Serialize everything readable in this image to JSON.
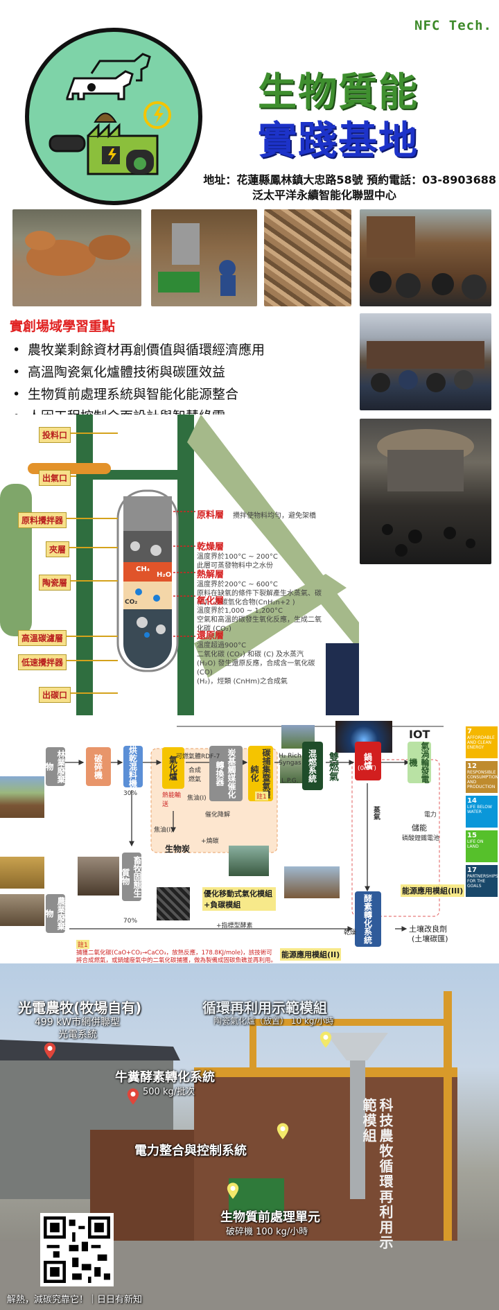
{
  "brand": "NFC Tech.",
  "header": {
    "title_line1": "生物質能",
    "title_line2": "實踐基地",
    "address": "地址：花蓮縣鳳林鎮大忠路58號 預約電話：03-8903688",
    "org": "泛太平洋永續智能化聯盟中心"
  },
  "learning": {
    "title": "實創場域學習重點",
    "items": [
      "農牧業剩餘資材再創價值與循環經濟應用",
      "高溫陶瓷氣化爐體技術與碳匯效益",
      "生物質前處理系統與智能化能源整合",
      "人因工程控制介面設計與智慧綠電"
    ]
  },
  "gasifier": {
    "left_labels": [
      "投料口",
      "出氣口",
      "原料攪拌器",
      "夾層",
      "陶瓷層",
      "高溫碳濾層",
      "低速攪拌器",
      "出碳口"
    ],
    "layers": [
      {
        "name": "原料層",
        "notes": [
          "攪拌使物料均勻，避免架橋"
        ]
      },
      {
        "name": "乾燥層",
        "notes": [
          "溫度界於100°C ~ 200°C",
          "此層可蒸發物料中之水份"
        ]
      },
      {
        "name": "熱解層",
        "notes": [
          "溫度界於200°C ~ 600°C",
          "原料在缺氧的條件下裂解產生水蒸氣、碳 (C)、及碳氫化合物(CnH₂n+2 )"
        ]
      },
      {
        "name": "氧化層",
        "notes": [
          "溫度界於1,000 ~ 1,200°C",
          "空氣和高溫的碳發生氧化反應，生成二氧化碳 (CO₂)"
        ]
      },
      {
        "name": "還原層",
        "notes": [
          "溫度超過900°C",
          "二氧化碳 (CO₂) 和碳 (C) 及水蒸汽 (H₂O) 發生還原反應，合成含一氧化碳 (CO)",
          "(H₂)，烴類 (CnHm)之合成氣"
        ]
      }
    ],
    "chem": [
      "CH₄",
      "H₂O",
      "CO₂"
    ]
  },
  "flow": {
    "sources": [
      "林業廢棄物",
      "農業廢棄物",
      "畜牧固態生質物"
    ],
    "crusher": "破碎機",
    "dryer": "烘乾混料機",
    "gasifier": "氣化爐",
    "catalyst": "炭基觸媒催化轉換器",
    "purifier": "碳捕集暨氣體純化",
    "rdf": "可燃氣體RDF-7",
    "syn": "合成燃氣",
    "heat": "熱能輸送",
    "tar": "焦油(I)",
    "tar2": "焦油(I)",
    "catalyst_down": "催化降解",
    "biochar": "生物炭",
    "add_biochar": "+燒碳",
    "syngas": "H₂ Rich Syngas",
    "lpg": "L.P.G.",
    "mixer": "混燃系統",
    "dual": "雙燃氣",
    "boiler": "鍋爐",
    "boiler_sub": "(0.5T)",
    "steam": "蒸氣",
    "turbine": "氣渦輪發電機",
    "iot": "IOT",
    "power": "電力",
    "storage": "儲能",
    "storage_sub": "磷酸鋰鐵電池",
    "enzyme": "酵素轉化系統",
    "dry": "乾燥",
    "soil": "土壤改良劑",
    "soil_sub": "(土壤碳匯)",
    "pct30": "30%",
    "pct70": "70%",
    "enzyme_add": "+指標型酵素",
    "mod_a": "優化移動式氣化模組+負碳模組",
    "mod_b": "能源應用模組(III)",
    "mod_c": "能源應用模組(II)",
    "note_tag": "註1",
    "note_tag2": "註1",
    "note": "捕獲二氧化碳(CaO+CO₂→CaCO₃，放熱反應，178.8KJ/mole)，該技術可將合成燃氣，或鍋爐廢氣中的二氧化碳捕獲，做為製備成固碳魚礁並再利用。"
  },
  "sdg": {
    "items": [
      {
        "num": "7",
        "text": "AFFORDABLE AND CLEAN ENERGY",
        "color": "#f5b700"
      },
      {
        "num": "12",
        "text": "RESPONSIBLE CONSUMPTION AND PRODUCTION",
        "color": "#bf8b2e"
      },
      {
        "num": "14",
        "text": "LIFE BELOW WATER",
        "color": "#0a97d9"
      },
      {
        "num": "15",
        "text": "LIFE ON LAND",
        "color": "#56c02b"
      },
      {
        "num": "17",
        "text": "PARTNERSHIPS FOR THE GOALS",
        "color": "#19486a"
      }
    ]
  },
  "site": {
    "pv_title": "光電農牧(牧場自有)",
    "pv_sub1": "499 kW市網併聯型",
    "pv_sub2": "光電系統",
    "demo_title": "循環再利用示範模組",
    "demo_sub": "陶瓷氣化爐（放置） 10 kg/小時",
    "manure_title": "牛糞酵素轉化系統",
    "manure_sub": "500 kg/批次",
    "power_title": "電力整合與控制系統",
    "pre_title": "生物質前處理單元",
    "pre_sub": "破碎機 100 kg/小時",
    "vertical": "科技農牧循環再利用示範模組",
    "footer": "解熱，減碳究靠它！｜日日有新知"
  }
}
